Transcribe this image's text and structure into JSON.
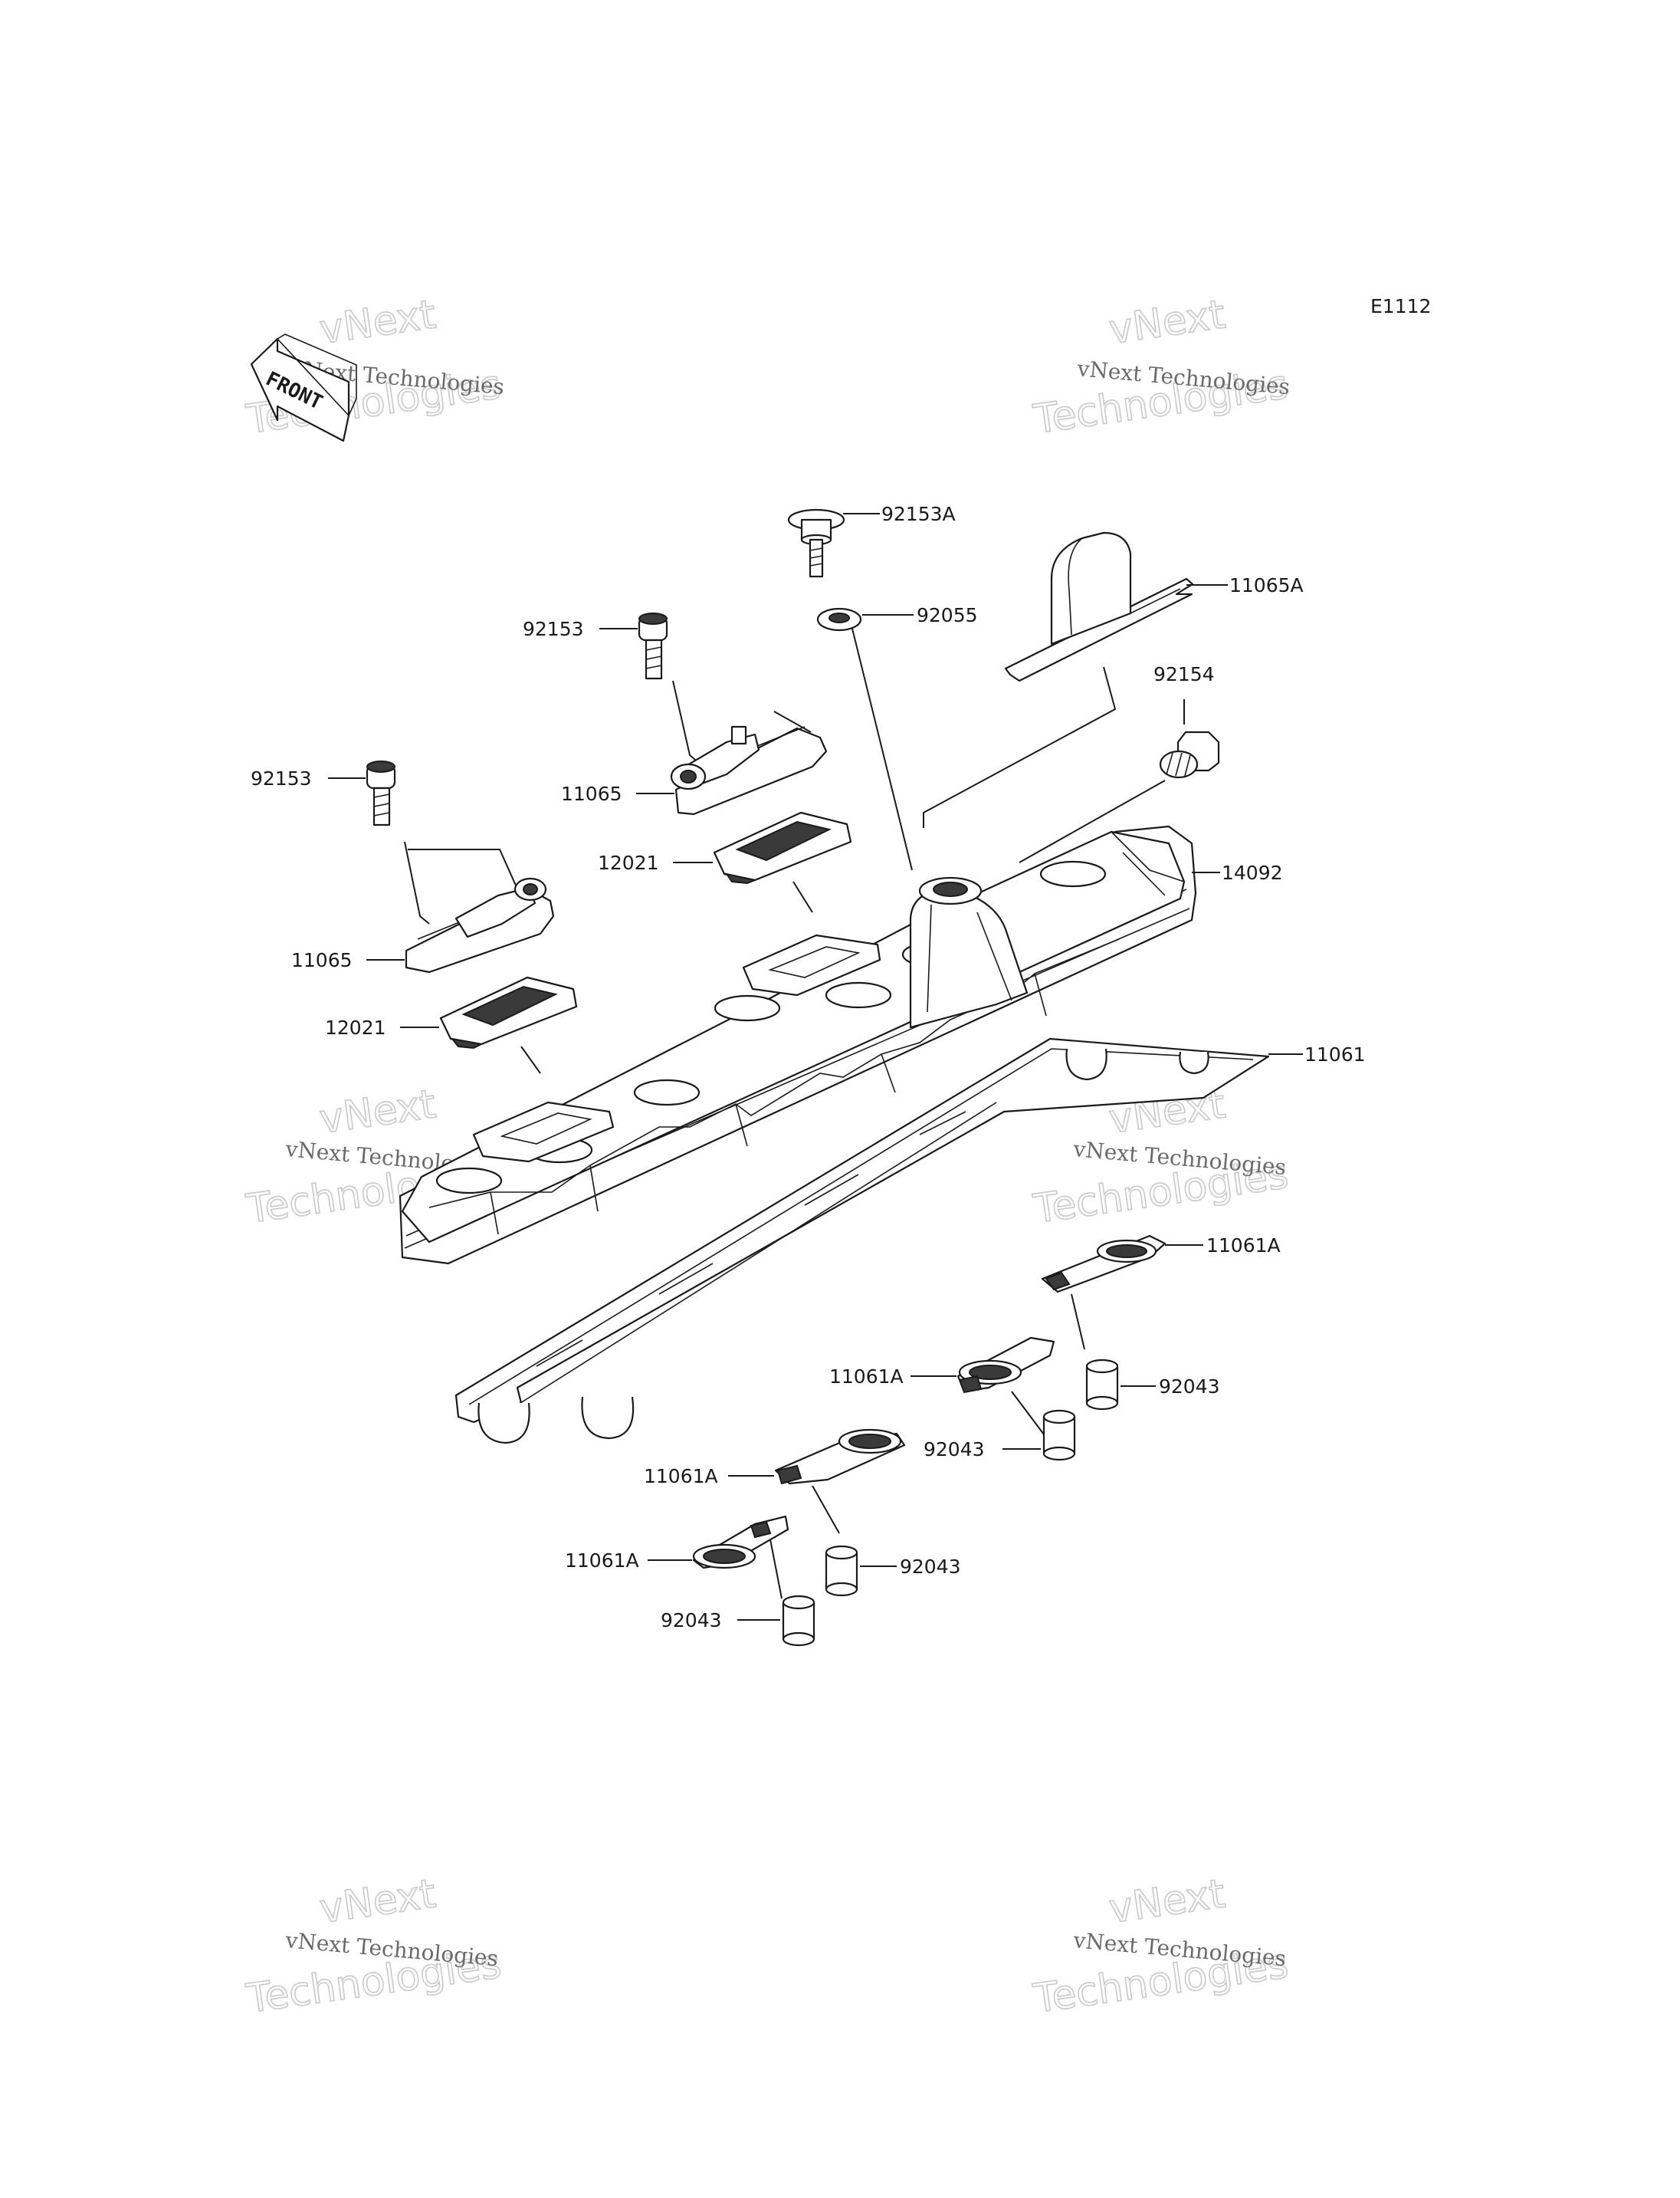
{
  "diagram_code": "E1112",
  "front_arrow_label": "FRONT",
  "watermarks": {
    "line1": "vNext Technologies",
    "line2_a": "vNext",
    "line2_b": "Technologies"
  },
  "part_labels": {
    "p92153A": "92153A",
    "p92055": "92055",
    "p11065A": "11065A",
    "p92154": "92154",
    "p92153_upper": "92153",
    "p11065_upper": "11065",
    "p12021_upper": "12021",
    "p14092": "14092",
    "p92153_lower": "92153",
    "p11065_lower": "11065",
    "p12021_lower": "12021",
    "p11061": "11061",
    "p11061A_1": "11061A",
    "p11061A_2": "11061A",
    "p11061A_3": "11061A",
    "p11061A_4": "11061A",
    "p92043_1": "92043",
    "p92043_2": "92043",
    "p92043_3": "92043",
    "p92043_4": "92043"
  }
}
